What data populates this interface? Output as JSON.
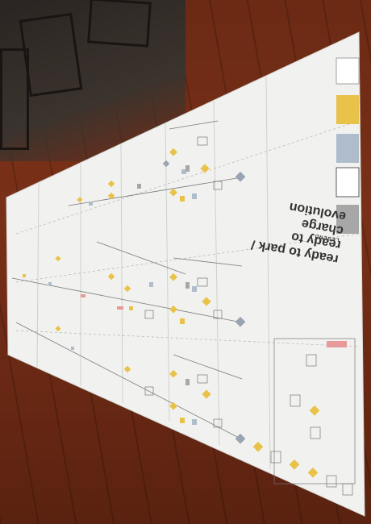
{
  "poster": {
    "title_line1": "ready to park /",
    "title_line2": "ready to charge",
    "title_line3": "evolution",
    "legend_heading": "LEGEND"
  },
  "colors": {
    "wood": "#7a3018",
    "paper": "#f1f2ef",
    "yellow": "#e9c24a",
    "blue_gray": "#aebccb",
    "gray": "#9a9a9a",
    "red": "#e89a9a"
  }
}
